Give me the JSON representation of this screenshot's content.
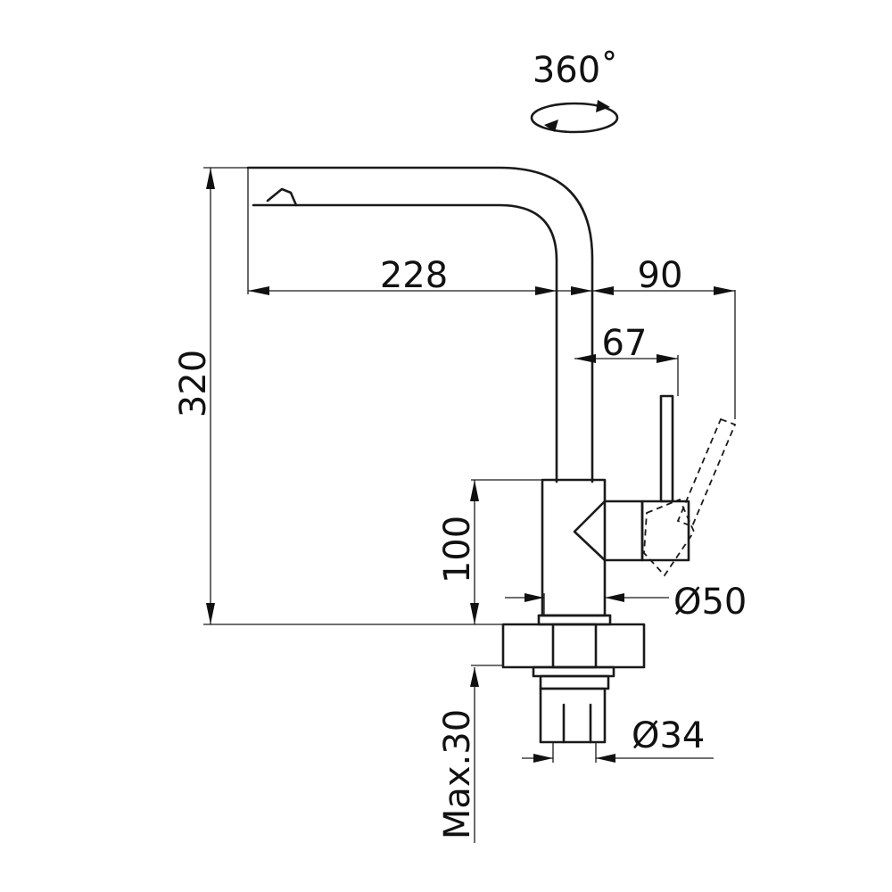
{
  "rotation": {
    "label": "360˚",
    "icon": "rotation-arrows-icon"
  },
  "dimensions": {
    "spout_reach": "228",
    "lever_swing": "90",
    "lever_offset": "67",
    "total_height": "320",
    "body_height": "100",
    "body_diameter": "Ø50",
    "mount_diameter": "Ø34",
    "max_thickness": "Max.30"
  },
  "colors": {
    "line": "#1a1a1a",
    "background": "#ffffff"
  }
}
